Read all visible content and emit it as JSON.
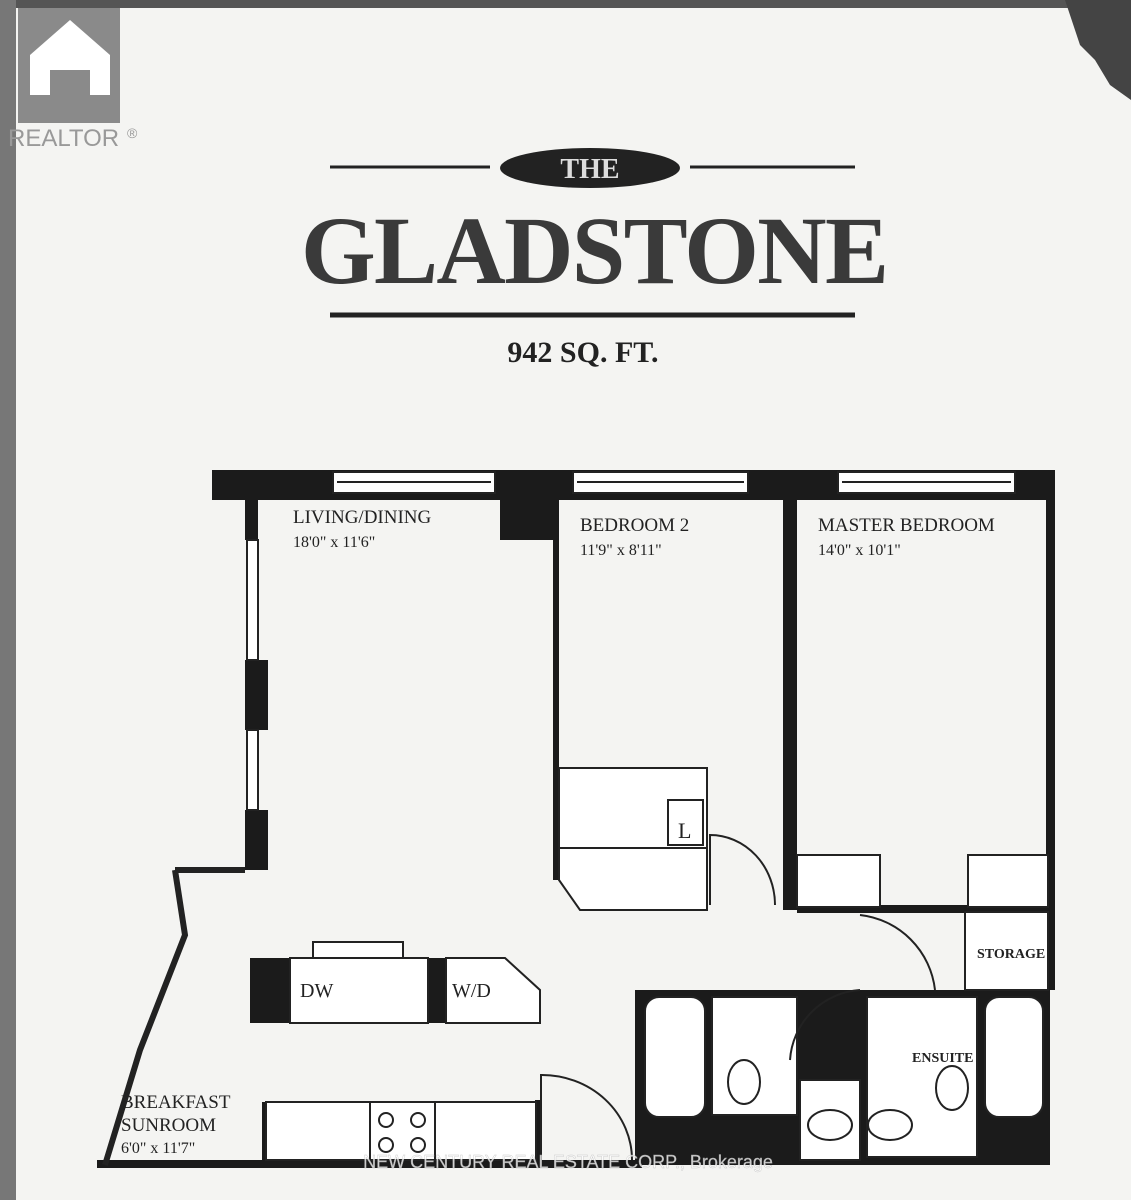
{
  "logo": {
    "text": "REALTOR",
    "mark": "®"
  },
  "title": {
    "prefix": "THE",
    "name": "GLADSTONE",
    "area": "942 SQ. FT."
  },
  "rooms": {
    "living": {
      "name": "LIVING/DINING",
      "size": "18'0\" x 11'6\""
    },
    "bedroom2": {
      "name": "BEDROOM 2",
      "size": "11'9\" x 8'11\""
    },
    "master": {
      "name": "MASTER BEDROOM",
      "size": "14'0\" x 10'1\""
    },
    "sunroom": {
      "name1": "BREAKFAST",
      "name2": "SUNROOM",
      "size": "6'0\" x 11'7\""
    },
    "storage": {
      "name": "STORAGE"
    },
    "ensuite": {
      "name": "ENSUITE"
    }
  },
  "fixtures": {
    "dishwasher": "DW",
    "washer_dryer": "W/D",
    "linen": "L"
  },
  "watermark": "NEW CENTURY REAL ESTATE CORP., Brokerage"
}
